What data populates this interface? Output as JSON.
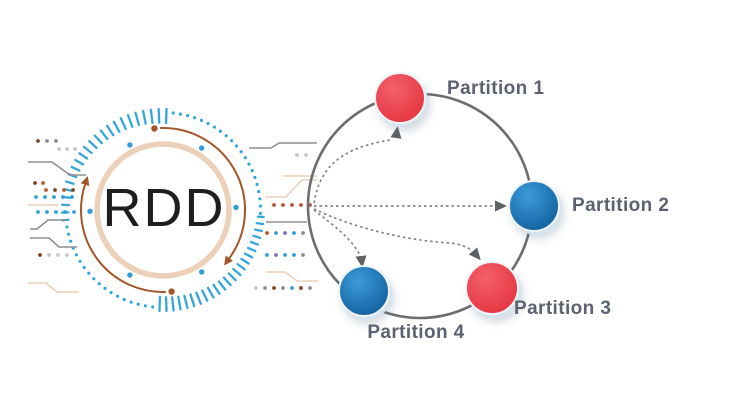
{
  "rdd": {
    "label": "RDD"
  },
  "diagram": {
    "title_hint": "RDD partitions",
    "partitions": [
      {
        "label": "Partition 1",
        "color": "red"
      },
      {
        "label": "Partition 2",
        "color": "blue"
      },
      {
        "label": "Partition 3",
        "color": "red"
      },
      {
        "label": "Partition 4",
        "color": "blue"
      }
    ]
  },
  "colors": {
    "partition_red": "#e8414d",
    "partition_blue": "#1b75b8",
    "ring_gray": "#6d6d6d",
    "arrow_gray": "#838383",
    "arrowhead_gray": "#5d6164",
    "label_text": "#5c6272",
    "rdd_text": "#1e1e1e",
    "tick_blue": "#35a6da",
    "arc_brown": "#a2562a",
    "trace_gray": "#8d8d8d",
    "trace_gray_light": "#c6c6c6",
    "trace_peach": "#ecd0b8",
    "dot_orange": "#b85c33",
    "dot_red": "#b84f3c",
    "dot_dark": "#7c4424",
    "dot_blue": "#2f9fd5",
    "dot_purple": "#8070b8"
  }
}
